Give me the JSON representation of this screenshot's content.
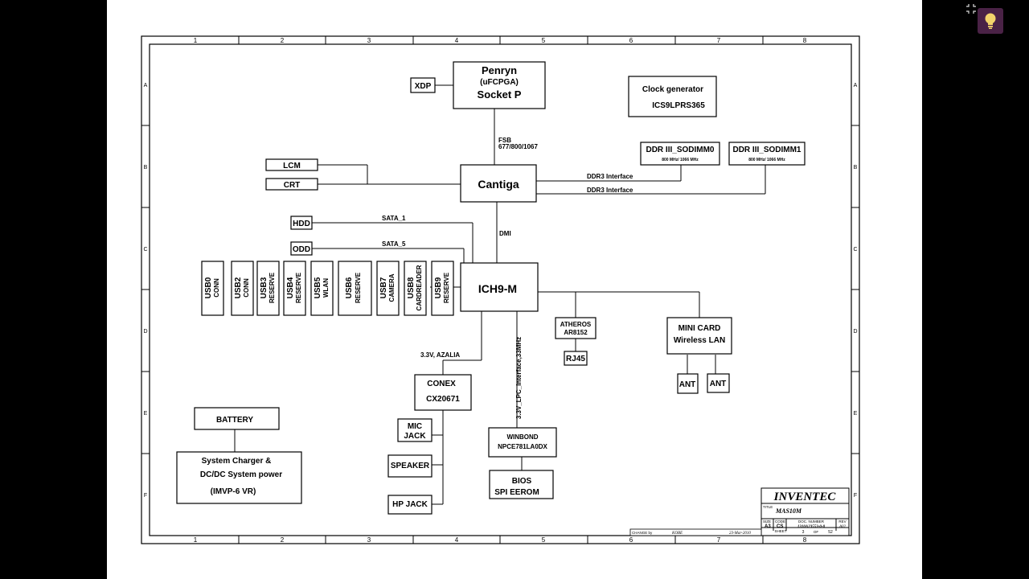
{
  "border": {
    "cols": [
      "1",
      "2",
      "3",
      "4",
      "5",
      "6",
      "7",
      "8"
    ],
    "rows": [
      "A",
      "B",
      "C",
      "D",
      "E",
      "F"
    ]
  },
  "blocks": {
    "penryn": {
      "l1": "Penryn",
      "l2": "(uFCPGA)",
      "l3": "Socket P"
    },
    "xdp": "XDP",
    "clock": {
      "l1": "Clock generator",
      "l2": "ICS9LPRS365"
    },
    "fsb": {
      "l1": "FSB",
      "l2": "677/800/1067"
    },
    "sodimm0": {
      "l1": "DDR III_SODIMM0",
      "l2": "800 MHz/ 1066 MHz"
    },
    "sodimm1": {
      "l1": "DDR III_SODIMM1",
      "l2": "800 MHz/ 1066 MHz"
    },
    "lcm": "LCM",
    "crt": "CRT",
    "cantiga": "Cantiga",
    "ddr3_if0": "DDR3 Interface",
    "ddr3_if1": "DDR3 Interface",
    "hdd": "HDD",
    "odd": "ODD",
    "sata1": "SATA_1",
    "sata5": "SATA_5",
    "dmi": "DMI",
    "ich": "ICH9-M",
    "usb": [
      {
        "a": "USB0",
        "b": "CONN"
      },
      {
        "a": "USB2",
        "b": "CONN"
      },
      {
        "a": "USB3",
        "b": "RESERVE"
      },
      {
        "a": "USB4",
        "b": "RESERVE"
      },
      {
        "a": "USB5",
        "b": "WLAN"
      },
      {
        "a": "USB6",
        "b": "RESERVE"
      },
      {
        "a": "USB7",
        "b": "CAMERA"
      },
      {
        "a": "USB8",
        "b": "CARDREADER"
      },
      {
        "a": "USB9",
        "b": "RESERVE"
      }
    ],
    "atheros": {
      "l1": "ATHEROS",
      "l2": "AR8152"
    },
    "rj45": "RJ45",
    "minicard": {
      "l1": "MINI CARD",
      "l2": "Wireless LAN"
    },
    "ant1": "ANT",
    "ant2": "ANT",
    "azalia": "3.3V, AZALIA",
    "lpc": "3.3V_LPC_Interface,33MHz",
    "conex": {
      "l1": "CONEX",
      "l2": "CX20671"
    },
    "mic": {
      "l1": "MIC",
      "l2": "JACK"
    },
    "speaker": "SPEAKER",
    "hpjack": "HP JACK",
    "winbond": {
      "l1": "WINBOND",
      "l2": "NPCE781LA0DX"
    },
    "bios": {
      "l1": "BIOS",
      "l2": "SPI EEROM"
    },
    "battery": "BATTERY",
    "charger": {
      "l1": "System Charger &",
      "l2": "DC/DC System power",
      "l3": "(IMVP-6   VR)"
    }
  },
  "title_block": {
    "company": "INVENTEC",
    "title_label": "TITLE",
    "title": "MAS10M",
    "size_label": "SIZE",
    "size": "A3",
    "code_label": "CODE",
    "code": "CS",
    "doc_label": "DOC. NUMBER",
    "doc": "1310A23553-0-0",
    "rev_label": "REV",
    "rev": "A02",
    "change_label": "CHANGE by",
    "change_by": "KOBE",
    "date": "23-Mar-2010",
    "sheet_label": "SHEET",
    "sheet": "3",
    "of_label": "OF",
    "of": "52"
  },
  "icons": {
    "fullscreen": "fullscreen-exit-icon",
    "hint": "lightbulb-icon"
  },
  "colors": {
    "hint_bg": "#4a2246",
    "bulb": "#f2d36b"
  }
}
